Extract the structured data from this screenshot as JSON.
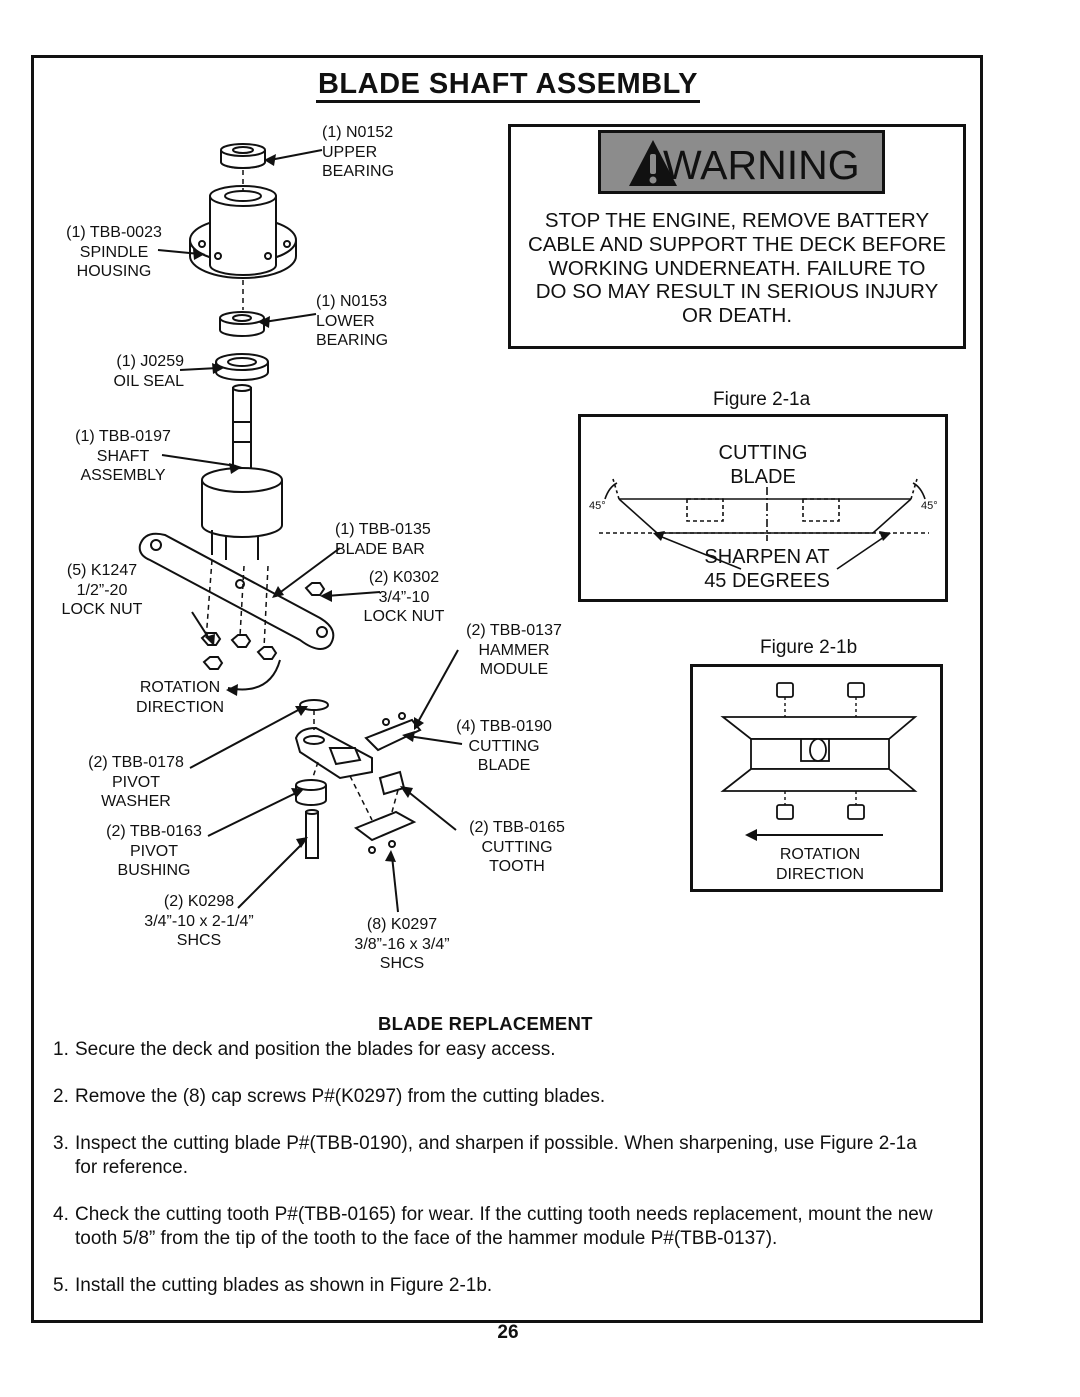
{
  "page": {
    "title": "BLADE SHAFT ASSEMBLY",
    "page_number": "26"
  },
  "parts": [
    {
      "id": "n0152",
      "lines": [
        "(1) N0152",
        "UPPER",
        "BEARING"
      ]
    },
    {
      "id": "tbb0023",
      "lines": [
        "(1) TBB-0023",
        "SPINDLE",
        "HOUSING"
      ]
    },
    {
      "id": "n0153",
      "lines": [
        "(1) N0153",
        "LOWER",
        "BEARING"
      ]
    },
    {
      "id": "j0259",
      "lines": [
        "(1) J0259",
        "OIL SEAL"
      ]
    },
    {
      "id": "tbb0197",
      "lines": [
        "(1) TBB-0197",
        "SHAFT",
        "ASSEMBLY"
      ]
    },
    {
      "id": "tbb0135",
      "lines": [
        "(1) TBB-0135",
        "BLADE BAR"
      ]
    },
    {
      "id": "k1247",
      "lines": [
        "(5) K1247",
        "1/2”-20",
        "LOCK NUT"
      ]
    },
    {
      "id": "k0302",
      "lines": [
        "(2) K0302",
        "3/4”-10",
        "LOCK NUT"
      ]
    },
    {
      "id": "tbb0137",
      "lines": [
        "(2) TBB-0137",
        "HAMMER",
        "MODULE"
      ]
    },
    {
      "id": "rotation",
      "lines": [
        "ROTATION",
        "DIRECTION"
      ]
    },
    {
      "id": "tbb0190",
      "lines": [
        "(4) TBB-0190",
        "CUTTING",
        "BLADE"
      ]
    },
    {
      "id": "tbb0178",
      "lines": [
        "(2) TBB-0178",
        "PIVOT",
        "WASHER"
      ]
    },
    {
      "id": "tbb0163",
      "lines": [
        "(2) TBB-0163",
        "PIVOT",
        "BUSHING"
      ]
    },
    {
      "id": "tbb0165",
      "lines": [
        "(2) TBB-0165",
        "CUTTING",
        "TOOTH"
      ]
    },
    {
      "id": "k0298",
      "lines": [
        "(2) K0298",
        "3/4”-10 x 2-1/4”",
        "SHCS"
      ]
    },
    {
      "id": "k0297",
      "lines": [
        "(8) K0297",
        "3/8”-16 x 3/4”",
        "SHCS"
      ]
    }
  ],
  "warning": {
    "heading": "WARNING",
    "lines": [
      "STOP THE ENGINE, REMOVE BATTERY",
      "CABLE AND SUPPORT THE DECK BEFORE",
      "WORKING UNDERNEATH.  FAILURE TO",
      "DO SO MAY RESULT IN SERIOUS INJURY",
      "OR DEATH."
    ]
  },
  "figure_1a": {
    "caption": "Figure 2-1a",
    "title_lines": [
      "CUTTING",
      "BLADE"
    ],
    "angle_left": "45°",
    "angle_right": "45°",
    "note_lines": [
      "SHARPEN AT",
      "45 DEGREES"
    ]
  },
  "figure_1b": {
    "caption": "Figure 2-1b",
    "rotation_lines": [
      "ROTATION",
      "DIRECTION"
    ]
  },
  "blade_replacement": {
    "heading": "BLADE REPLACEMENT",
    "steps": [
      {
        "num": "1.",
        "text": "Secure the deck and position the blades for easy access."
      },
      {
        "num": "2.",
        "text": "Remove the (8) cap screws P#(K0297) from the cutting blades."
      },
      {
        "num": "3.",
        "text": "Inspect the cutting blade P#(TBB-0190), and sharpen if possible. When sharpening, use Figure 2-1a for reference."
      },
      {
        "num": "4.",
        "text": "Check the cutting tooth P#(TBB-0165) for wear. If the cutting tooth needs replacement, mount the new tooth 5/8” from the tip of the tooth to the face of the hammer module P#(TBB-0137)."
      },
      {
        "num": "5.",
        "text": "Install the cutting blades as shown in Figure 2-1b."
      }
    ]
  }
}
